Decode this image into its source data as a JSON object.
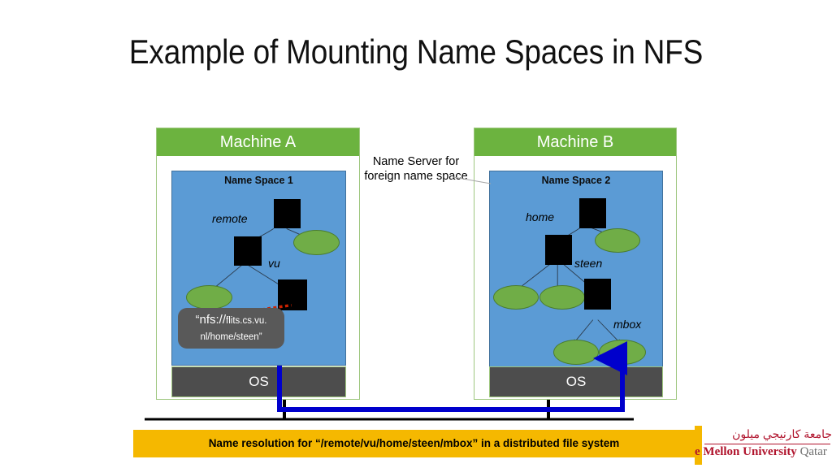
{
  "slide": {
    "title": "Example of Mounting Name Spaces in NFS",
    "background_color": "#ffffff"
  },
  "colors": {
    "machine_header_green": "#6cb33f",
    "namespace_blue": "#5b9bd5",
    "os_gray": "#4d4d4d",
    "leaf_green": "#70ad47",
    "callout_gray": "#595959",
    "banner_orange": "#f5b800",
    "path_blue": "#0000cc",
    "dotted_red": "#cc2200",
    "logo_red": "#b0132c"
  },
  "machine_a": {
    "header": "Machine A",
    "namespace_title": "Name Space 1",
    "os_label": "OS",
    "edge_labels": [
      {
        "text": "remote"
      },
      {
        "text": "vu"
      }
    ],
    "nodes": [
      {
        "kind": "square",
        "name": "root"
      },
      {
        "kind": "square",
        "name": "remote-dir"
      },
      {
        "kind": "ellipse",
        "name": "sibling-leaf"
      },
      {
        "kind": "ellipse",
        "name": "left-leaf"
      },
      {
        "kind": "square",
        "name": "vu-dir-mountpoint"
      }
    ]
  },
  "machine_b": {
    "header": "Machine B",
    "namespace_title": "Name Space 2",
    "os_label": "OS",
    "edge_labels": [
      {
        "text": "home"
      },
      {
        "text": "steen"
      },
      {
        "text": "mbox"
      }
    ],
    "nodes": [
      {
        "kind": "square",
        "name": "root"
      },
      {
        "kind": "square",
        "name": "home-dir"
      },
      {
        "kind": "ellipse",
        "name": "root-sibling-leaf"
      },
      {
        "kind": "ellipse",
        "name": "home-leaf-1"
      },
      {
        "kind": "ellipse",
        "name": "home-leaf-2"
      },
      {
        "kind": "square",
        "name": "steen-dir"
      },
      {
        "kind": "ellipse",
        "name": "steen-leaf-1"
      },
      {
        "kind": "ellipse",
        "name": "mbox-leaf"
      }
    ]
  },
  "callout": {
    "scheme": "“nfs://",
    "host": "flits.cs.vu.",
    "path": "nl/home/steen”"
  },
  "annotation": {
    "name_server_note": "Name Server for foreign name space"
  },
  "banner": {
    "text": "Name resolution for “/remote/vu/home/steen/mbox” in a distributed file system"
  },
  "logo": {
    "arabic": "جامعة كارنيجي ميلون",
    "english_red": "e Mellon University",
    "english_gray": "Qatar"
  }
}
